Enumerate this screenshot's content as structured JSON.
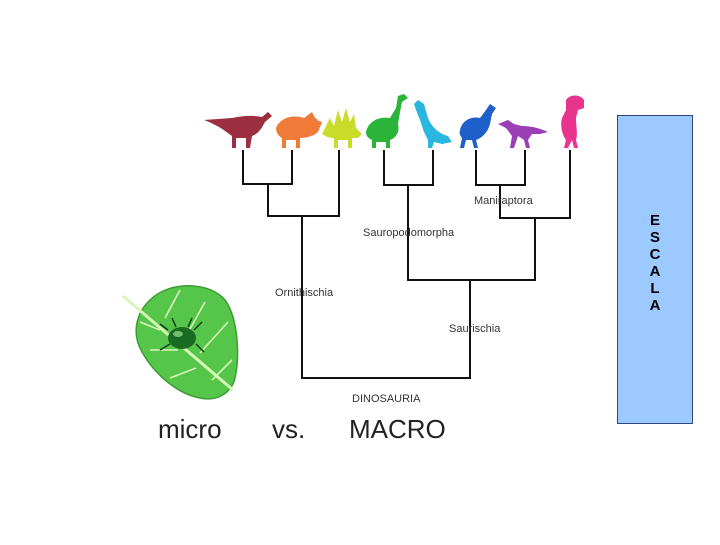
{
  "tree": {
    "clades": {
      "maniraptora": "Maniraptora",
      "sauropodomorpha": "Sauropodomorpha",
      "ornithischia": "Ornithischia",
      "saurischia": "Saurischia",
      "dinosauria": "DINOSAURIA"
    },
    "silhouettes": [
      {
        "name": "hadrosaur-silhouette",
        "color": "#9b2f3f"
      },
      {
        "name": "ceratopsian-silhouette",
        "color": "#f07a38"
      },
      {
        "name": "stegosaur-silhouette",
        "color": "#c9dc2a"
      },
      {
        "name": "sauropod-silhouette",
        "color": "#2ab53a"
      },
      {
        "name": "prosauropod-silhouette",
        "color": "#29b6df"
      },
      {
        "name": "bird-silhouette",
        "color": "#1f5fc9"
      },
      {
        "name": "raptor-silhouette",
        "color": "#9a3fb5"
      },
      {
        "name": "theropod-silhouette",
        "color": "#e8338f"
      }
    ],
    "line_color": "#111111"
  },
  "labels": {
    "micro": "micro",
    "vs": "vs.",
    "macro": "MACRO"
  },
  "side_panel": {
    "text": "E\nS\nC\nA\nL\nA",
    "color": "#9cc9ff"
  },
  "leaf": {
    "leaf_color": "#55c64a",
    "bug_color": "#1a6b22"
  }
}
